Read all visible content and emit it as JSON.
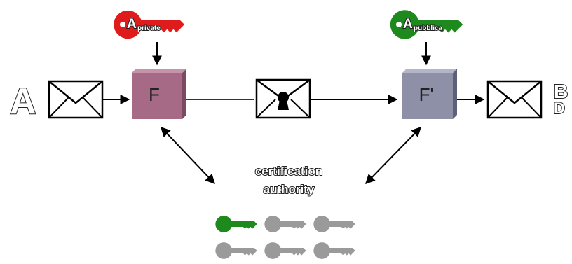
{
  "party_a": {
    "label": "A"
  },
  "party_b": {
    "label": "B",
    "label_second_line": "D"
  },
  "private_key": {
    "prefix": "A",
    "subscript": "private",
    "color": "#e01b1b"
  },
  "public_key": {
    "prefix": "A",
    "subscript": "pubblica",
    "color": "#1e8a1e"
  },
  "sign_box": {
    "label": "F",
    "color": "#a66a86"
  },
  "verify_box": {
    "label": "F'",
    "color": "#8e90a8"
  },
  "certification_authority": {
    "line1": "certification",
    "line2": "authority"
  },
  "key_store": {
    "active_key_color": "#1e8a1e",
    "inactive_key_color": "#9a9a9a"
  }
}
